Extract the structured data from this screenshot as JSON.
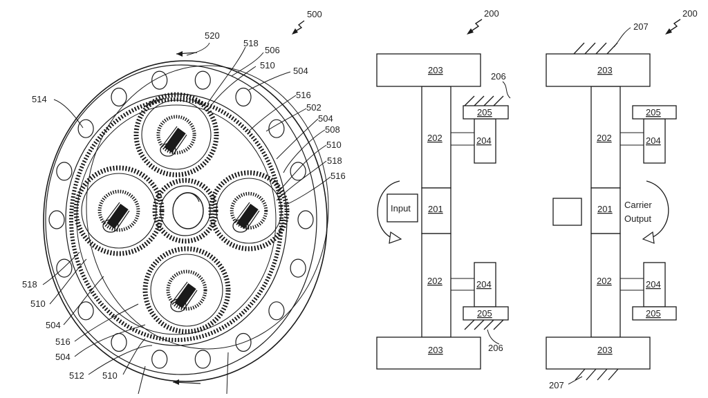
{
  "gearbox": {
    "figure_number": "500",
    "ref_labels": {
      "l520": "520",
      "l518a": "518",
      "l506": "506",
      "l510a": "510",
      "l504a": "504",
      "l514": "514",
      "l516a": "516",
      "l502": "502",
      "l504b": "504",
      "l508": "508",
      "l510b": "510",
      "l518b": "518",
      "l516b": "516",
      "l518c": "518",
      "l510c": "510",
      "l504c": "504",
      "l516c": "516",
      "l504d": "504",
      "l512": "512",
      "l510d": "510"
    }
  },
  "schematic_left": {
    "figure_number": "200",
    "input_label": "Input",
    "labels": {
      "top_carrier": "203",
      "upper_shaft": "202",
      "center_gear": "201",
      "lower_shaft": "202",
      "bottom_carrier": "203",
      "upper_planet": "204",
      "upper_bearing": "205",
      "lower_planet": "204",
      "lower_bearing": "205",
      "upper_ground": "206",
      "lower_ground": "206"
    }
  },
  "schematic_right": {
    "figure_number": "200",
    "output_label_line1": "Carrier",
    "output_label_line2": "Output",
    "labels": {
      "top_carrier": "203",
      "upper_shaft": "202",
      "center_gear": "201",
      "lower_shaft": "202",
      "bottom_carrier": "203",
      "upper_planet": "204",
      "upper_bearing": "205",
      "lower_planet": "204",
      "lower_bearing": "205",
      "top_ground": "207",
      "bottom_ground": "207"
    }
  }
}
